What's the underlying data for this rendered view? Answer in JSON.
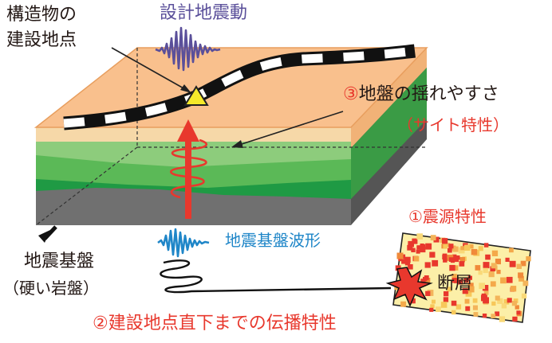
{
  "labels": {
    "structure_site_line1": "構造物の",
    "structure_site_line2": "建設地点",
    "design_ground_motion": "設計地震動",
    "site_char_prefix": "③",
    "site_char_main": "地盤の揺れやすさ",
    "site_char_sub": "（サイト特性）",
    "source_char": "①震源特性",
    "bedrock_waveform": "地震基盤波形",
    "bedrock_line1": "地震基盤",
    "bedrock_line2": "（硬い岩盤）",
    "fault": "断層",
    "propagation_prefix": "②建設地点直下までの",
    "propagation_main": "伝播特性"
  },
  "colors": {
    "surface_top": "#f9c08d",
    "surface_side": "#f6d8a8",
    "green_light": "#86c977",
    "green_mid": "#3caa4a",
    "green_dark": "#1f9a44",
    "bedrock": "#6f6f6f",
    "arrow_red": "#e8382d",
    "wave_blue": "#1f86c8",
    "wave_purple": "#5a4f9a",
    "marker_yellow": "#f5e92a"
  }
}
